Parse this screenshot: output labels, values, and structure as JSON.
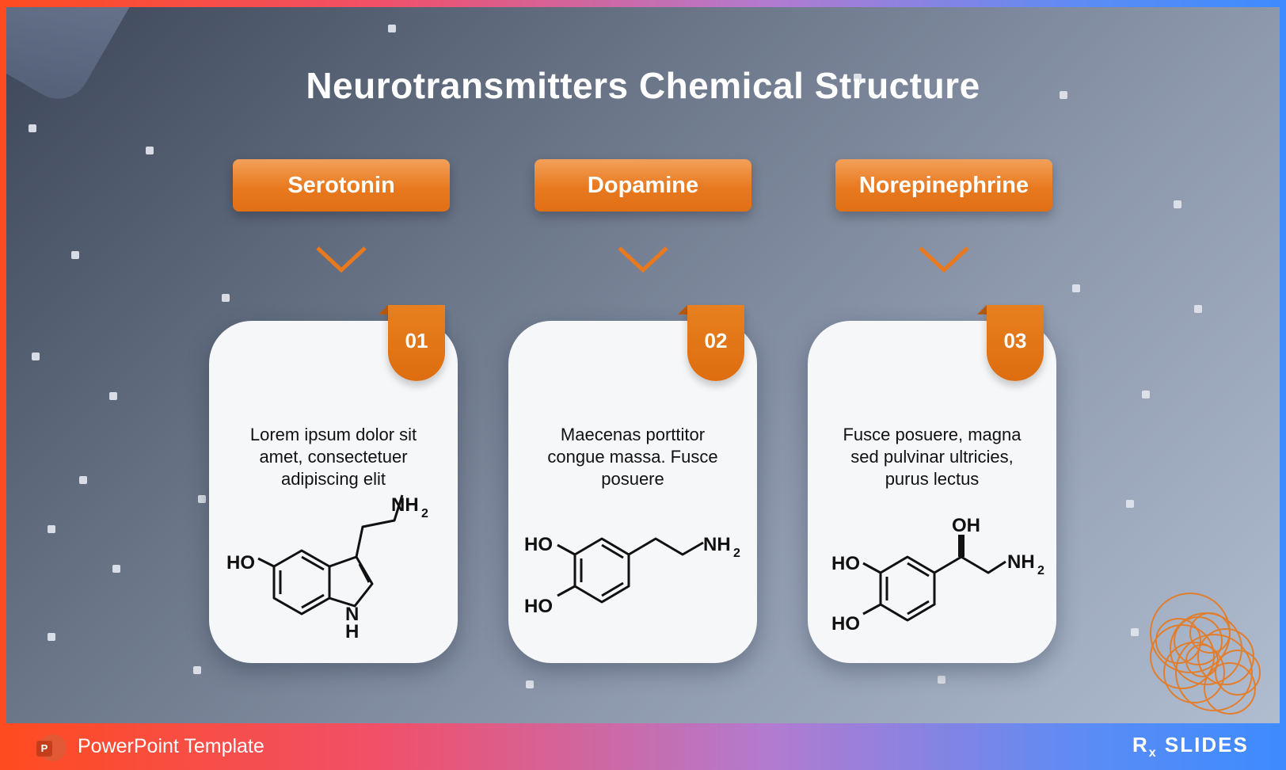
{
  "slide": {
    "title": "Neurotransmitters Chemical Structure",
    "columns": [
      {
        "label": "Serotonin",
        "number": "01",
        "description": "Lorem ipsum dolor sit amet, consectetuer adipiscing elit",
        "molecule_labels": [
          "HO",
          "NH",
          "2",
          "N",
          "H"
        ]
      },
      {
        "label": "Dopamine",
        "number": "02",
        "description": "Maecenas porttitor congue massa. Fusce posuere",
        "molecule_labels": [
          "HO",
          "HO",
          "NH",
          "2"
        ]
      },
      {
        "label": "Norepinephrine",
        "number": "03",
        "description": "Fusce posuere, magna sed pulvinar ultricies, purus lectus",
        "molecule_labels": [
          "HO",
          "HO",
          "OH",
          "NH",
          "2"
        ]
      }
    ]
  },
  "footer": {
    "template_label": "PowerPoint Template",
    "logo_text": "SLIDES",
    "logo_prefix": "R",
    "logo_sub": "x"
  },
  "colors": {
    "accent_orange": "#e8791e",
    "card_bg": "#f6f7f9",
    "title_text": "#ffffff"
  },
  "icons": [
    "powerpoint-icon",
    "chevron-down-icon",
    "rx-slides-logo"
  ]
}
